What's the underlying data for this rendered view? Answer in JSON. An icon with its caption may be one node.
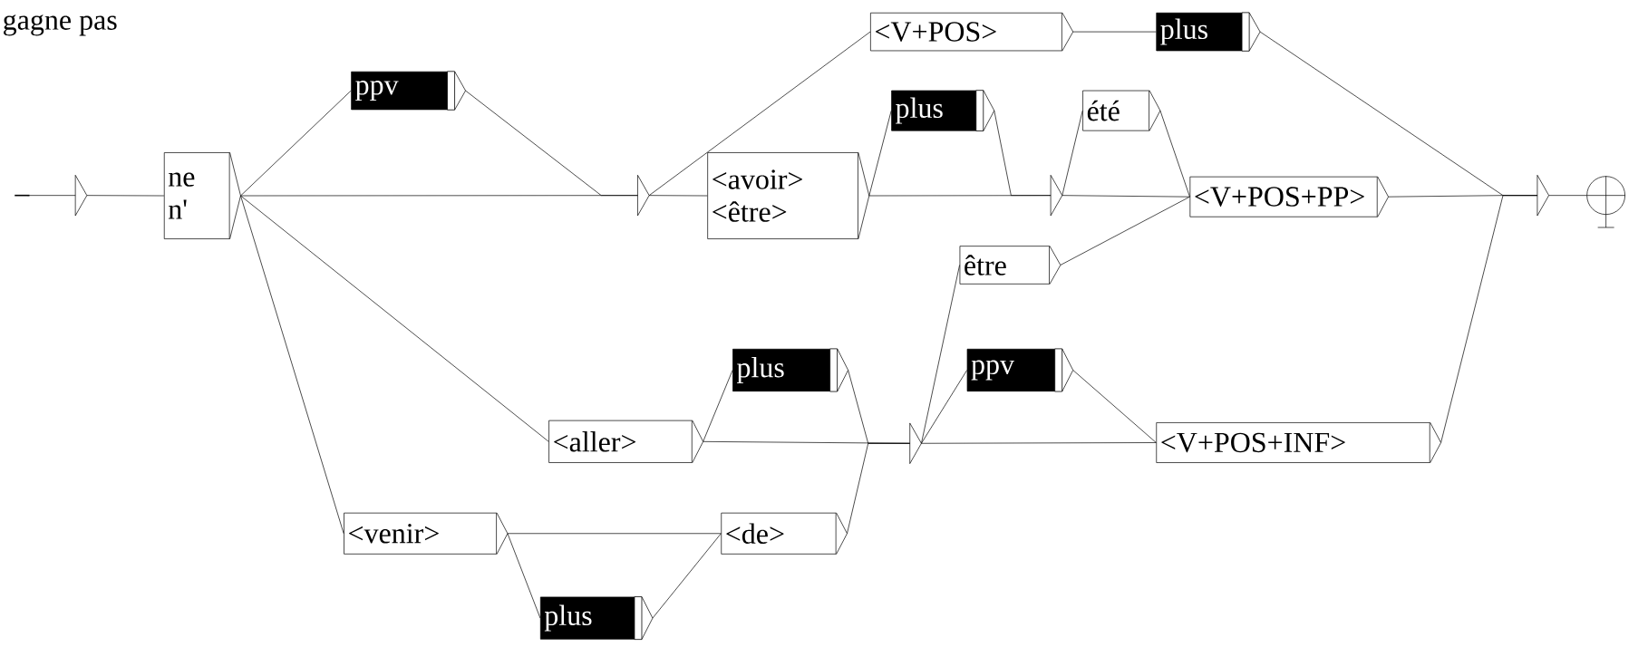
{
  "diagram": {
    "nodes": [
      {
        "text": [],
        "shape": "triangle"
      },
      {
        "text": [
          "ne",
          "n'"
        ]
      },
      {
        "text": [
          "ppv"
        ]
      },
      {
        "text": [],
        "shape": "triangle"
      },
      {
        "text": [
          "<V+POS>"
        ]
      },
      {
        "text": [
          "plus"
        ]
      },
      {
        "text": [
          "<avoir>",
          "<être>"
        ]
      },
      {
        "text": [
          "plus"
        ]
      },
      {
        "text": [],
        "shape": "triangle"
      },
      {
        "text": [
          "été"
        ]
      },
      {
        "text": [
          "<V+POS+PP>"
        ]
      },
      {
        "text": [
          "être"
        ]
      },
      {
        "text": [],
        "shape": "triangle"
      },
      {
        "text": [],
        "shape": "circle"
      },
      {
        "text": [
          "<aller>"
        ]
      },
      {
        "text": [
          "plus"
        ]
      },
      {
        "text": [],
        "shape": "triangle"
      },
      {
        "text": [
          "ppv"
        ]
      },
      {
        "text": [
          "<V+POS+INF>"
        ]
      },
      {
        "text": [
          "<venir>"
        ]
      },
      {
        "text": [
          "<de>"
        ]
      },
      {
        "text": [
          "plus"
        ]
      }
    ],
    "edges": [
      {
        "from": 0,
        "to": 1,
        "arrow": "none"
      },
      {
        "from": 1,
        "to": 2,
        "arrow": "none"
      },
      {
        "from": 1,
        "to": 3,
        "arrow": "none"
      },
      {
        "from": 2,
        "to": 3,
        "arrow": "none"
      },
      {
        "from": 1,
        "to": 14,
        "arrow": "none"
      },
      {
        "from": 1,
        "to": 19,
        "arrow": "none"
      },
      {
        "from": 3,
        "to": 4,
        "arrow": "none"
      },
      {
        "from": 3,
        "to": 6,
        "arrow": "none"
      },
      {
        "from": 4,
        "to": 5,
        "arrow": "none"
      },
      {
        "from": 5,
        "to": 12,
        "arrow": "none"
      },
      {
        "from": 6,
        "to": 7,
        "arrow": "none"
      },
      {
        "from": 6,
        "to": 8,
        "arrow": "none"
      },
      {
        "from": 7,
        "to": 8,
        "arrow": "none"
      },
      {
        "from": 8,
        "to": 9,
        "arrow": "none"
      },
      {
        "from": 8,
        "to": 10,
        "arrow": "none"
      },
      {
        "from": 9,
        "to": 10,
        "arrow": "none"
      },
      {
        "from": 11,
        "to": 10,
        "arrow": "none"
      },
      {
        "from": 10,
        "to": 12,
        "arrow": "none"
      },
      {
        "from": 12,
        "to": 13,
        "arrow": "none"
      },
      {
        "from": 14,
        "to": 15,
        "arrow": "none"
      },
      {
        "from": 14,
        "to": 16,
        "arrow": "none"
      },
      {
        "from": 15,
        "to": 16,
        "arrow": "none"
      },
      {
        "from": 19,
        "to": 20,
        "arrow": "none"
      },
      {
        "from": 19,
        "to": 21,
        "arrow": "none"
      },
      {
        "from": 21,
        "to": 20,
        "arrow": "none"
      },
      {
        "from": 20,
        "to": 16,
        "arrow": "none"
      },
      {
        "from": 16,
        "to": 11,
        "arrow": "none"
      },
      {
        "from": 16,
        "to": 17,
        "arrow": "none"
      },
      {
        "from": 16,
        "to": 18,
        "arrow": "none"
      },
      {
        "from": 17,
        "to": 18,
        "arrow": "none"
      },
      {
        "from": 18,
        "to": 12,
        "arrow": "none"
      }
    ],
    "labels": [
      "gagne pas"
    ]
  }
}
